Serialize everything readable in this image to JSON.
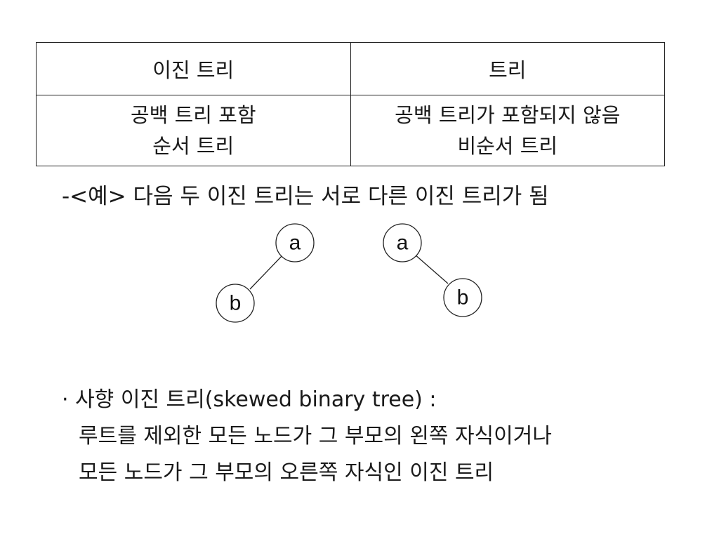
{
  "table": {
    "headers": [
      "이진 트리",
      "트리"
    ],
    "rows": [
      [
        "공백 트리 포함",
        "공백 트리가 포함되지 않음"
      ],
      [
        "순서 트리",
        "비순서 트리"
      ]
    ]
  },
  "example_text": "-<예> 다음 두 이진 트리는 서로 다른 이진 트리가 됨",
  "tree_left": {
    "root": "a",
    "child": "b"
  },
  "tree_right": {
    "root": "a",
    "child": "b"
  },
  "skewed": {
    "bullet": "·",
    "title": " 사향 이진 트리(skewed binary tree) :",
    "line2": "루트를 제외한 모든 노드가 그 부모의 왼쪽 자식이거나",
    "line3": "모든 노드가 그 부모의 오른쪽 자식인 이진 트리"
  }
}
